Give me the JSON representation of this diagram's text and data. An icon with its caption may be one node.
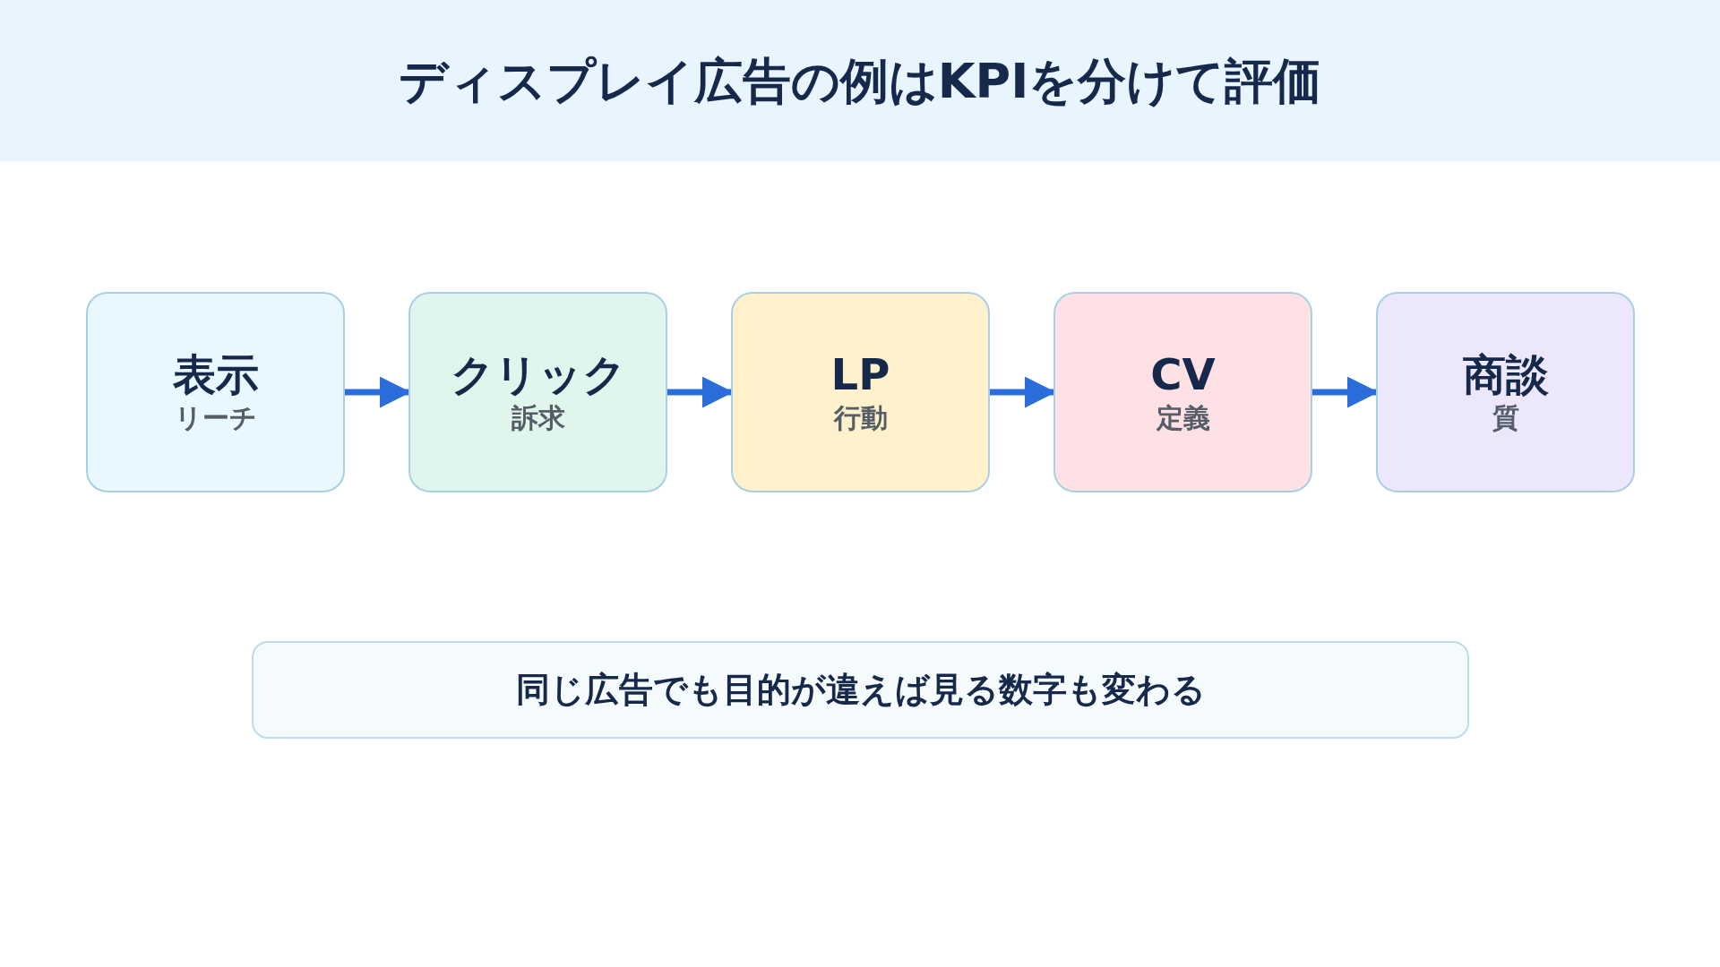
{
  "diagram": {
    "title": "ディスプレイ広告の例はKPIを分けて評価",
    "nodes": [
      {
        "text": [
          "表示",
          "リーチ"
        ]
      },
      {
        "text": [
          "クリック",
          "訴求"
        ]
      },
      {
        "text": [
          "LP",
          "行動"
        ]
      },
      {
        "text": [
          "CV",
          "定義"
        ]
      },
      {
        "text": [
          "商談",
          "質"
        ]
      },
      {
        "text": [
          "同じ広告でも目的が違えば見る数字も変わる"
        ]
      }
    ],
    "edges": [
      {
        "from": 0,
        "to": 1,
        "arrow": "to"
      },
      {
        "from": 1,
        "to": 2,
        "arrow": "to"
      },
      {
        "from": 2,
        "to": 3,
        "arrow": "to"
      },
      {
        "from": 3,
        "to": 4,
        "arrow": "to"
      }
    ]
  }
}
